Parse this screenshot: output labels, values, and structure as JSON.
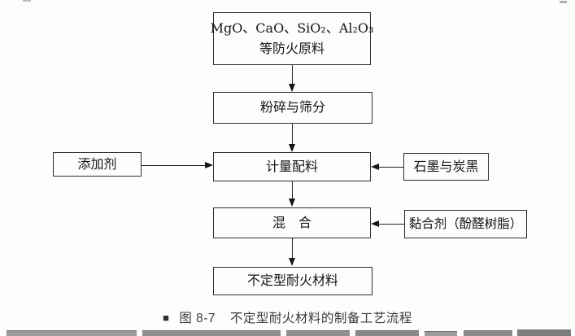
{
  "caption": {
    "bullet": "■",
    "label": "图 8-7",
    "title": "不定型耐火材料的制备工艺流程"
  },
  "nodes": {
    "raw_materials_line1": "MgO、CaO、SiO₂、Al₂O₃",
    "raw_materials_line2": "等防火原料",
    "crush_sieve": "粉碎与筛分",
    "metering": "计量配料",
    "additive": "添加剂",
    "graphite_carbon": "石墨与炭黑",
    "mixing": "混　合",
    "binder": "黏合剂（酚醛树脂）",
    "product": "不定型耐火材料"
  },
  "colors": {
    "background": "#fdfdfc",
    "box_border": "#2e2e2e",
    "arrow_line": "#222222",
    "box_text": "#141414",
    "caption_text": "#3a3a3a"
  }
}
